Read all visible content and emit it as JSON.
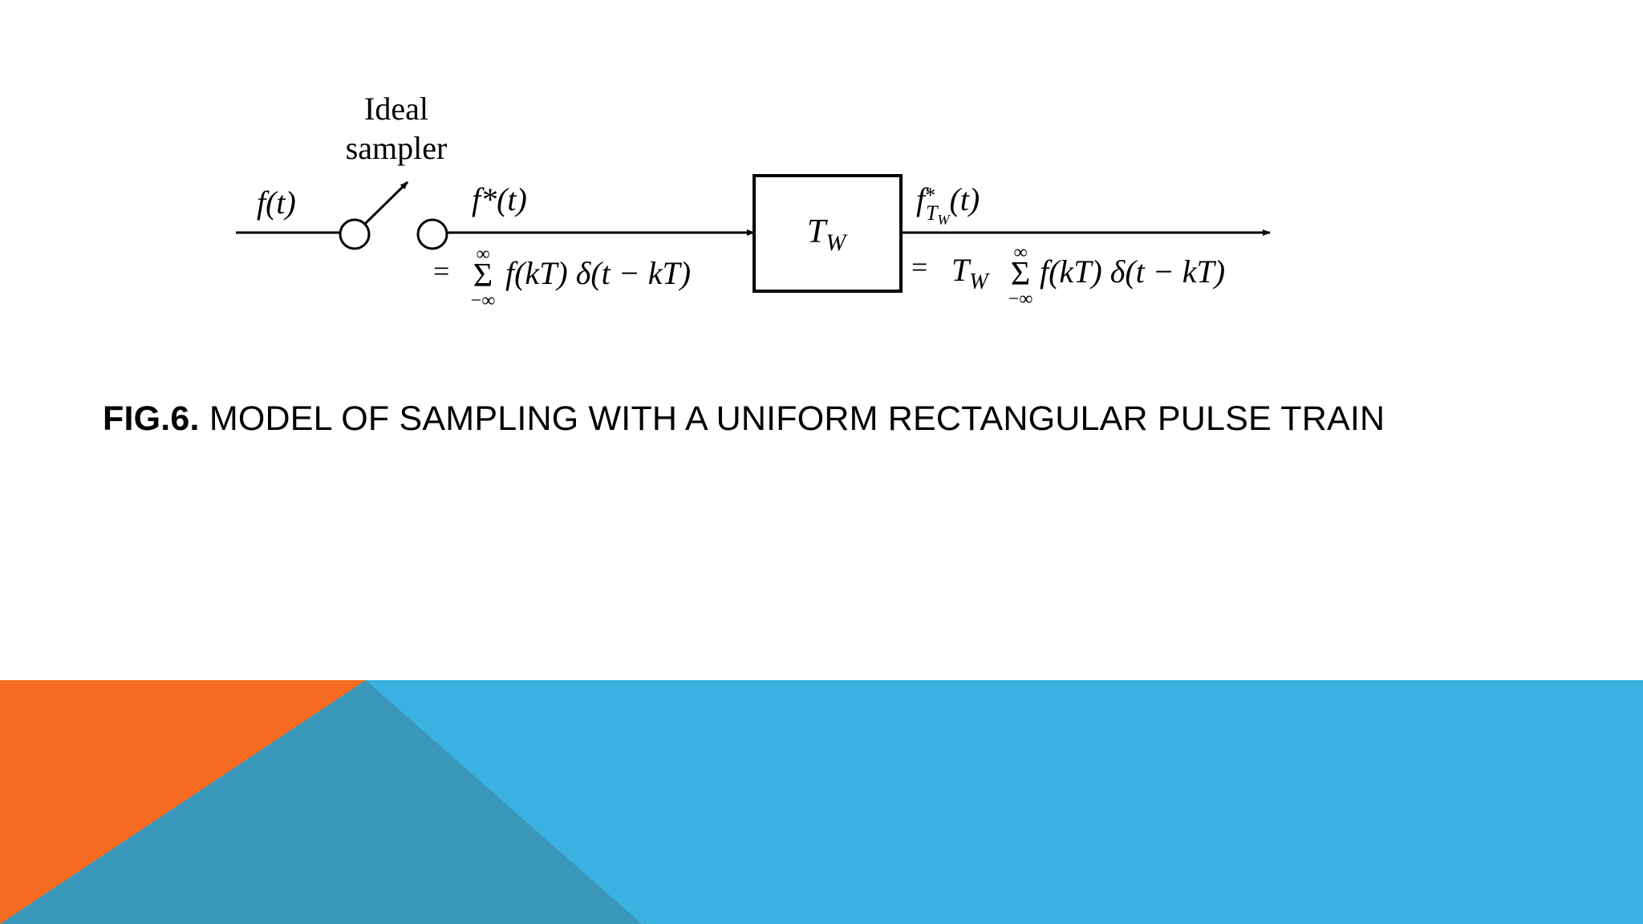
{
  "diagram": {
    "sampler_label_line1": "Ideal",
    "sampler_label_line2": "sampler",
    "input_label": "f(t)",
    "sampled_label": "f*(t)",
    "sampled_expr_prefix": "=",
    "sum_upper": "∞",
    "sum_lower": "−∞",
    "sum_symbol": "Σ",
    "sampled_expr_body": "f(kT) δ(t − kT)",
    "block_label": "T",
    "block_subscript": "W",
    "output_label": "f",
    "output_sup": "*",
    "output_sub_T": "T",
    "output_sub_W": "W",
    "output_arg": "(t)",
    "output_expr_prefix": "=",
    "output_expr_T": "T",
    "output_expr_W": "W",
    "output_expr_body": "f(kT) δ(t − kT)"
  },
  "caption": {
    "label": "FIG.6.",
    "text": " MODEL OF SAMPLING WITH A UNIFORM RECTANGULAR PULSE TRAIN"
  },
  "colors": {
    "orange": "#F76B20",
    "blue": "#3AB1E0",
    "dark_blue": "#3B97BA"
  }
}
